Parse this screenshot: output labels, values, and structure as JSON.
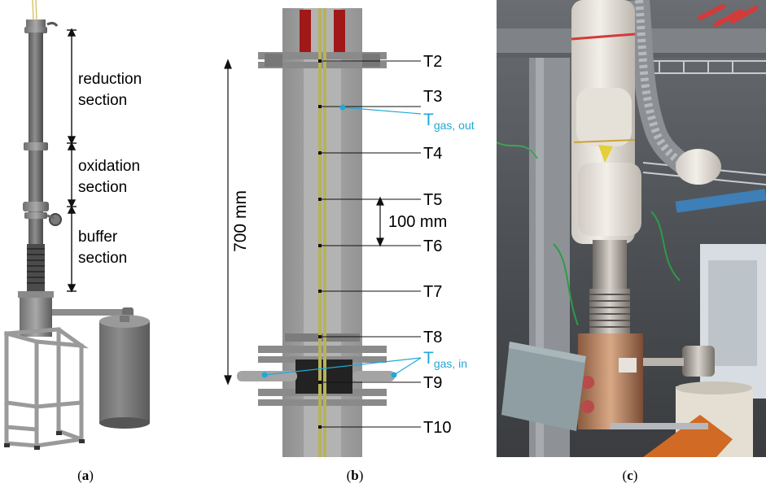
{
  "panel_a": {
    "sections": [
      {
        "id": "reduction",
        "line1": "reduction",
        "line2": "section"
      },
      {
        "id": "oxidation",
        "line1": "oxidation",
        "line2": "section"
      },
      {
        "id": "buffer",
        "line1": "buffer",
        "line2": "section"
      }
    ],
    "caption_letter": "a"
  },
  "panel_b": {
    "height_dim": "700 mm",
    "spacing_dim": "100 mm",
    "thermocouples": [
      "T2",
      "T3",
      "T4",
      "T5",
      "T6",
      "T7",
      "T8",
      "T9",
      "T10"
    ],
    "gas_out": {
      "main": "T",
      "sub": "gas, out"
    },
    "gas_in": {
      "main": "T",
      "sub": "gas, in"
    },
    "caption_letter": "b"
  },
  "panel_c": {
    "caption_letter": "c"
  },
  "colors": {
    "accent_cyan": "#1fa9d6",
    "thermocouple_yellow": "#b8b25a",
    "insulation_red": "#a01818",
    "tube_gray": "#9c9c9c"
  }
}
